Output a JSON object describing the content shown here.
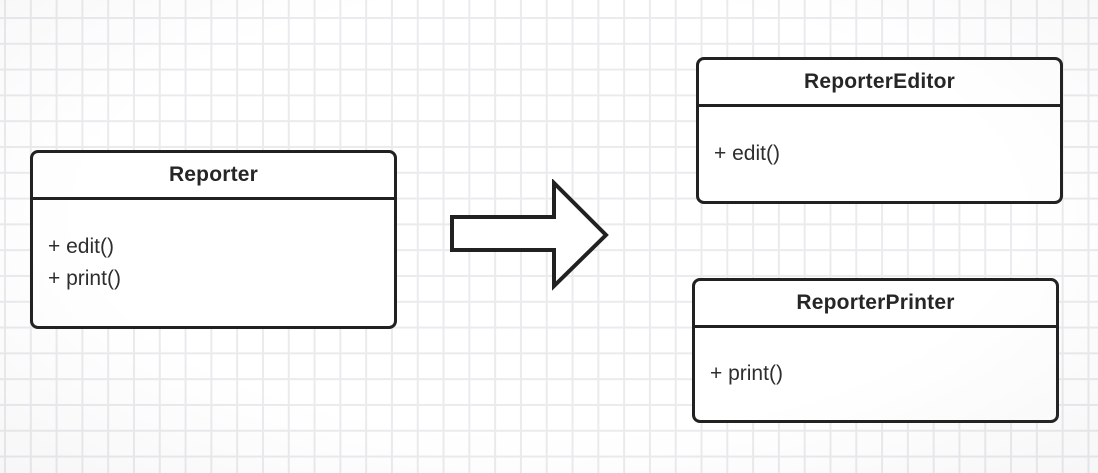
{
  "diagram": {
    "source_class": {
      "title": "Reporter",
      "methods": [
        "+ edit()",
        "+ print()"
      ]
    },
    "result_classes": {
      "editor": {
        "title": "ReporterEditor",
        "methods": [
          "+ edit()"
        ]
      },
      "printer": {
        "title": "ReporterPrinter",
        "methods": [
          "+ print()"
        ]
      }
    },
    "arrow": {
      "icon": "right-block-arrow"
    }
  },
  "colors": {
    "canvas_background": "#ffffff",
    "grid_line": "#ebebee",
    "shape_border": "#212121",
    "shape_fill": "#ffffff",
    "text": "#2e2e2e"
  }
}
